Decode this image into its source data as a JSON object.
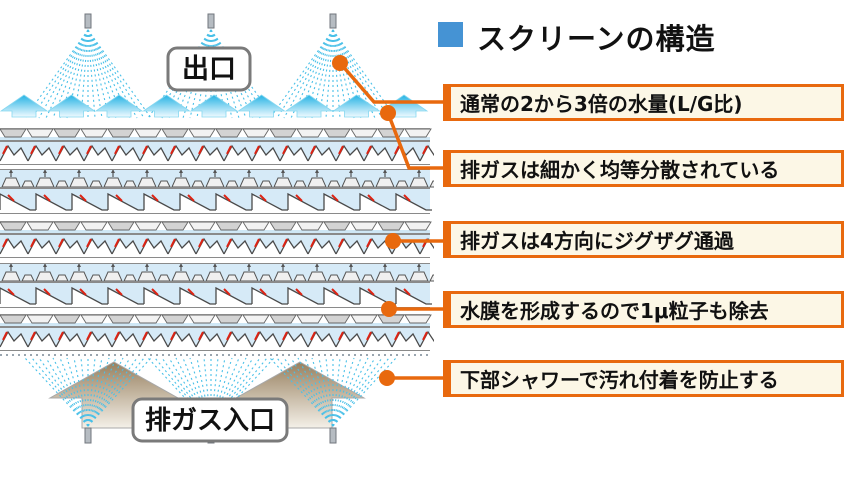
{
  "title": {
    "text": "スクリーンの構造"
  },
  "diagram": {
    "outlet_label": "出口",
    "inlet_label": "排ガス入口"
  },
  "annotations": [
    {
      "label": "通常の2から3倍の水量(L/G比)"
    },
    {
      "label": "排ガスは細かく均等分散されている"
    },
    {
      "label": "排ガスは4方向にジグザグ通過"
    },
    {
      "label": "水膜を形成するので1μ粒子も除去"
    },
    {
      "label": "下部シャワーで汚れ付着を防止する"
    }
  ],
  "colors": {
    "accent_orange": "#e8690e",
    "annotation_bg": "#fcf7e6",
    "title_square_blue": "#4593d4",
    "spray_cyan": "#49c0e8",
    "band_blue": "#d6eaf7",
    "slash_red": "#dd2314",
    "arrow_cyan_top": "#25b3e4",
    "inlet_arrow_brown": "#97805f",
    "tray_gray": "#d3d3d3",
    "outline_gray": "#8a8a8a",
    "text_black": "#111111"
  }
}
